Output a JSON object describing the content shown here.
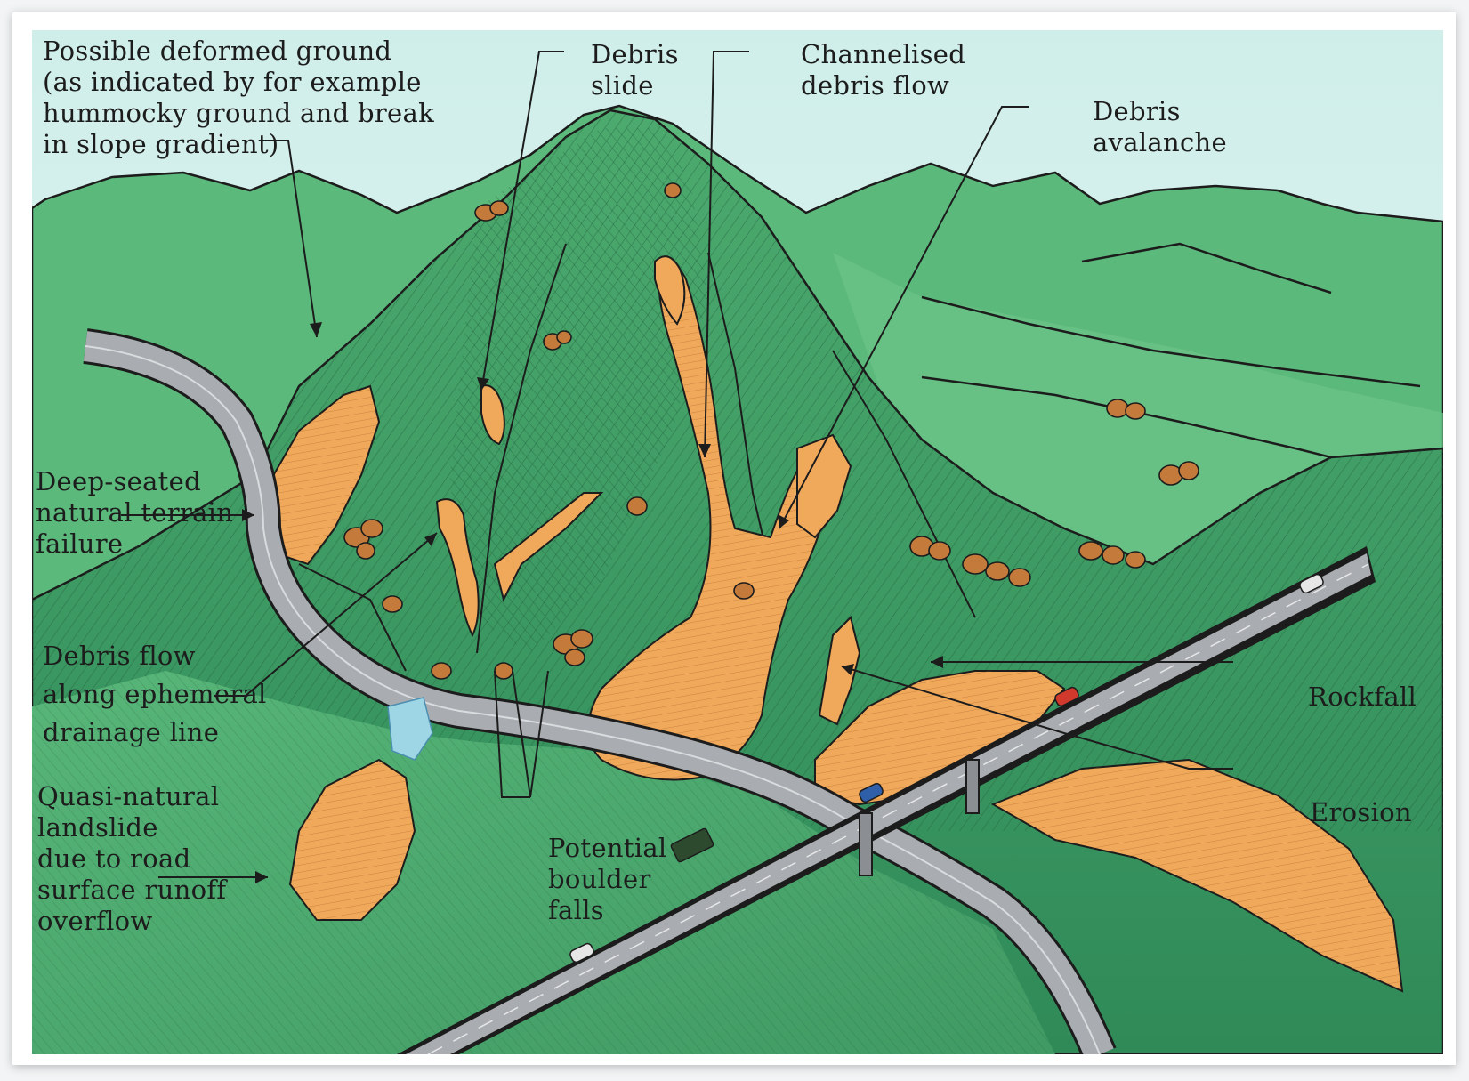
{
  "labels": {
    "deformed_ground": [
      "Possible deformed ground",
      "(as indicated by for example",
      "hummocky ground and break",
      "in slope gradient)"
    ],
    "debris_slide": [
      "Debris",
      "slide"
    ],
    "channelised_flow": [
      "Channelised",
      "debris flow"
    ],
    "debris_avalanche": [
      "Debris",
      "avalanche"
    ],
    "deep_seated": [
      "Deep-seated",
      "natural terrain",
      "failure"
    ],
    "debris_flow_drainage": [
      "Debris flow",
      "along ephemeral",
      "drainage line"
    ],
    "quasi_natural": [
      "Quasi-natural",
      "landslide",
      "due to road",
      "surface runoff",
      "overflow"
    ],
    "boulder_falls": [
      "Potential",
      "boulder",
      "falls"
    ],
    "rockfall": "Rockfall",
    "erosion": "Erosion"
  },
  "colors": {
    "sky": "#dff1ef",
    "hill_green": "#4faf73",
    "dark_green": "#2f7f52",
    "landslide_orange": "#f0a85a",
    "road_gray": "#a9acb0",
    "ink": "#1c1c1c"
  }
}
